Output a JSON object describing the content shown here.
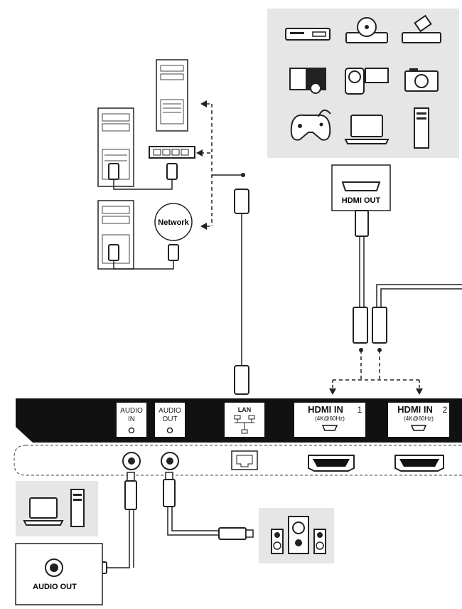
{
  "devices_group": {
    "icons": [
      "blu-ray-player-icon",
      "dvd-player-icon",
      "set-top-box-icon",
      "tv-monitor-icon",
      "camcorder-icon",
      "camera-icon",
      "game-controller-icon",
      "laptop-icon",
      "desktop-tower-icon"
    ]
  },
  "hdmi_source": {
    "label": "HDMI OUT"
  },
  "network": {
    "label": "Network"
  },
  "panel": {
    "ports": {
      "audio_in": {
        "line1": "AUDIO",
        "line2": "IN"
      },
      "audio_out": {
        "line1": "AUDIO",
        "line2": "OUT"
      },
      "lan": {
        "label": "LAN"
      },
      "hdmi1": {
        "label": "HDMI IN",
        "number": "1",
        "spec": "(4K@60Hz)"
      },
      "hdmi2": {
        "label": "HDMI IN",
        "number": "2",
        "spec": "(4K@60Hz)"
      }
    }
  },
  "audio_source": {
    "label": "AUDIO OUT"
  },
  "colors": {
    "panel": "#111111",
    "box": "#e6e6e6",
    "line": "#1a1a1a"
  }
}
